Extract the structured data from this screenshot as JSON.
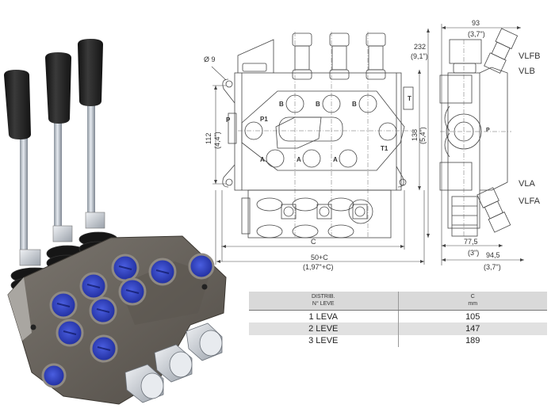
{
  "product": {
    "description": "3-lever hydraulic monoblock directional control valve",
    "lever_count": 3,
    "port_plug_color": "#2d3fb8",
    "body_color": "#6a655e",
    "knob_color": "#1e1e1e"
  },
  "front_view": {
    "mount_hole_label": "Ø 9",
    "height_mounting": {
      "mm": "112",
      "inch": "(4,4\")"
    },
    "height_body": {
      "mm": "138",
      "inch": "(5,4\")"
    },
    "height_total": {
      "mm": "232",
      "inch": "(9,1\")"
    },
    "ports": {
      "p_left": "P",
      "p1": "P1",
      "t": "T",
      "t1": "T1",
      "b": [
        "B",
        "B",
        "B"
      ],
      "a": [
        "A",
        "A",
        "A"
      ]
    },
    "width_c": "C",
    "width_total": {
      "mm": "50+C",
      "inch": "(1,97\"+C)"
    }
  },
  "side_view": {
    "width_top": {
      "mm": "93",
      "inch": "(3,7\")"
    },
    "port_p": "P",
    "labels": {
      "vlfb": "VLFB",
      "vlb": "VLB",
      "vla": "VLA",
      "vlfa": "VLFA"
    },
    "width_bottom_inner": {
      "mm": "77,5",
      "inch": "(3\")"
    },
    "width_bottom_outer": {
      "mm": "94,5",
      "inch": "(3,7\")"
    }
  },
  "spec_table": {
    "headers": {
      "col1_line1": "DISTRIB.",
      "col1_line2": "N° LEVE",
      "col2_line1": "C",
      "col2_line2": "mm"
    },
    "rows": [
      {
        "levers": "1 LEVA",
        "c_mm": "105"
      },
      {
        "levers": "2 LEVE",
        "c_mm": "147"
      },
      {
        "levers": "3 LEVE",
        "c_mm": "189"
      }
    ]
  }
}
